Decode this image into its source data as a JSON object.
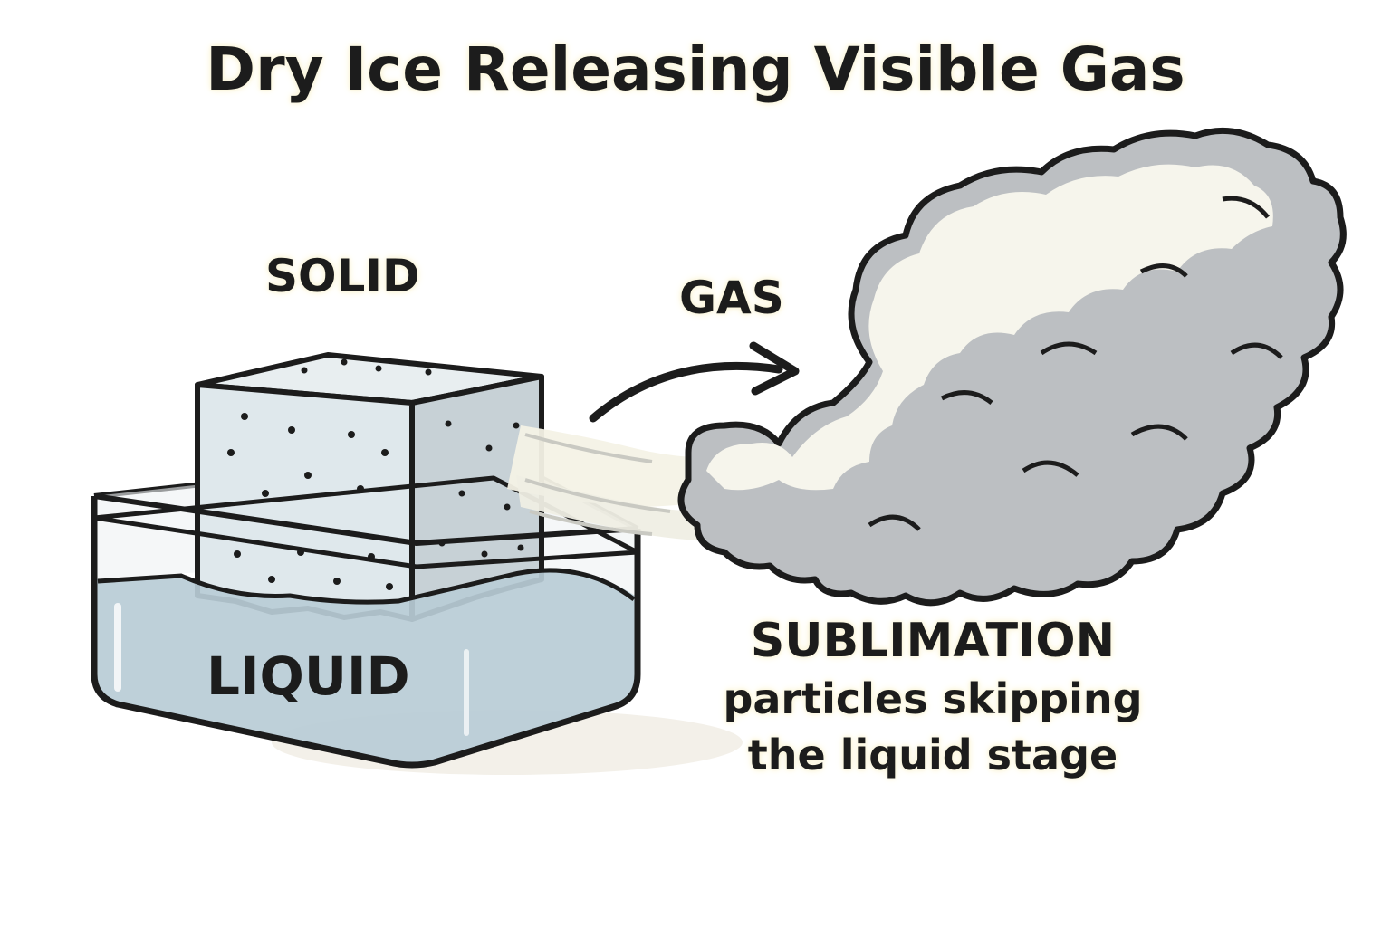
{
  "title": "Dry Ice Releasing Visible Gas",
  "labels": {
    "solid": "SOLID",
    "gas": "GAS",
    "liquid": "LIQUID"
  },
  "caption": {
    "process": "SUBLIMATION",
    "description_line1": "particles skipping",
    "description_line2": "the liquid stage"
  },
  "colors": {
    "ice_front": "#dfe8ec",
    "ice_top": "#e8eef0",
    "ice_side": "#c7d1d6",
    "water": "#b9ccd6",
    "outline": "#1c1c1c",
    "cloud_light": "#f6f5ec",
    "cloud_shadow": "#b9bcbf",
    "label_glow": "#fbf6dc"
  }
}
